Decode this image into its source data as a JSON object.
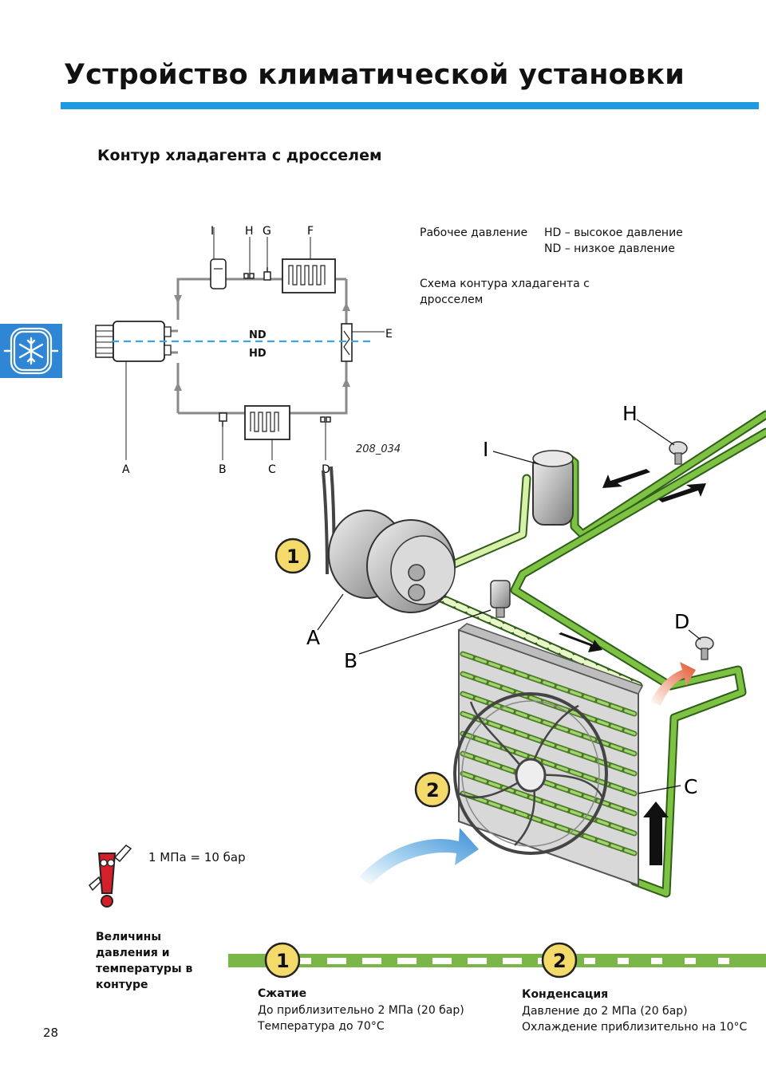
{
  "page": {
    "title": "Устройство климатической установки",
    "subtitle": "Контур хладагента с дросселем",
    "page_number": "28",
    "accent_color": "#1e9ae0",
    "tab_color": "#2e86d4"
  },
  "legend": {
    "label": "Рабочее давление",
    "hd": "HD – высокое давление",
    "nd": "ND – низкое давление"
  },
  "schema": {
    "caption": "Схема контура хладагента с дросселем",
    "figure_id": "208_034",
    "nd": "ND",
    "hd": "HD",
    "letters_top": [
      "I",
      "H",
      "G",
      "F"
    ],
    "letter_e": "E",
    "letters_bottom": [
      "A",
      "B",
      "C",
      "D"
    ]
  },
  "illustration": {
    "labels": [
      "H",
      "I",
      "D",
      "A",
      "B",
      "C"
    ],
    "badge_1": "1",
    "badge_2": "2"
  },
  "note": {
    "icon": "exclamation-mascot-icon",
    "text": "1 МПа = 10 бар"
  },
  "values": {
    "label": "Величины давления и температуры в контуре",
    "line_color": "#7ab648",
    "steps": [
      {
        "num": "1",
        "title": "Сжатие",
        "lines": [
          "До приблизительно 2 МПа (20 бар)",
          "Температура до 70°C"
        ]
      },
      {
        "num": "2",
        "title": "Конденсация",
        "lines": [
          "Давление до 2 МПа (20 бар)",
          "Охлаждение приблизительно на 10°C"
        ]
      }
    ]
  }
}
